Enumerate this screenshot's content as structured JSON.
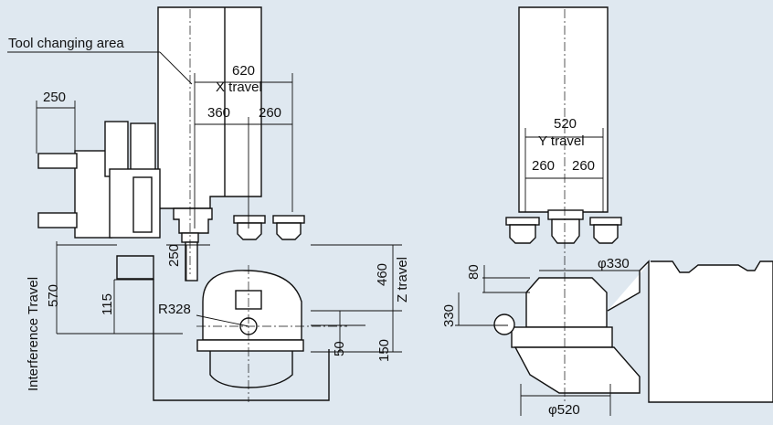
{
  "labels": {
    "tool_changing_area": "Tool changing area",
    "x_total": "620",
    "x_travel": "X travel",
    "x_left": "360",
    "x_right": "260",
    "w250": "250",
    "y_total": "520",
    "y_travel": "Y travel",
    "y_left": "260",
    "y_right": "260",
    "interference_travel": "Interference Travel",
    "d570": "570",
    "d250v": "250",
    "d115": "115",
    "r328": "R328",
    "d460": "460",
    "z_travel": "Z travel",
    "d50": "50",
    "d150": "150",
    "d80": "80",
    "d330v": "330",
    "phi330": "φ330",
    "phi520": "φ520"
  },
  "colors": {
    "background": "#dfe8f0",
    "line": "#111111",
    "fill": "#ffffff"
  }
}
